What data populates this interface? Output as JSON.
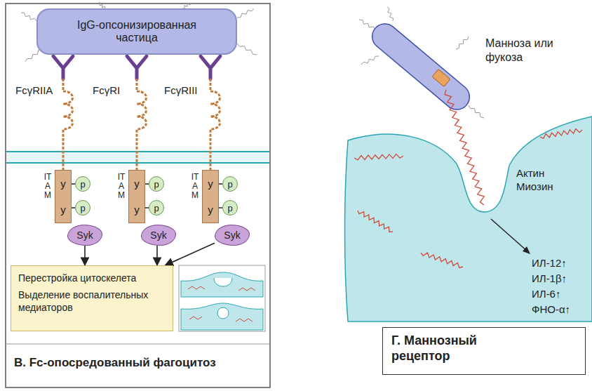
{
  "diagram": {
    "nodes": [
      {
        "text": [
          "IgG-опсонизированная частица"
        ]
      },
      {
        "text": [
          "y",
          "y"
        ]
      },
      {
        "text": [
          "p"
        ]
      },
      {
        "text": [
          "p"
        ]
      },
      {
        "text": [
          "Syk"
        ]
      },
      {
        "text": [
          "y",
          "y"
        ]
      },
      {
        "text": [
          "p"
        ]
      },
      {
        "text": [
          "p"
        ]
      },
      {
        "text": [
          "Syk"
        ]
      },
      {
        "text": [
          "y",
          "y"
        ]
      },
      {
        "text": [
          "p"
        ]
      },
      {
        "text": [
          "p"
        ]
      },
      {
        "text": [
          "Syk"
        ]
      },
      {
        "text": [
          "Перестройка цитоскелета",
          "Выделение воспалительных медиаторов"
        ]
      },
      {
        "text": [
          "Г. Маннозный рецептор"
        ]
      }
    ],
    "edges": [
      {
        "from": 1,
        "to": 2,
        "arrow": "none"
      },
      {
        "from": 1,
        "to": 3,
        "arrow": "none"
      },
      {
        "from": 5,
        "to": 6,
        "arrow": "none"
      },
      {
        "from": 5,
        "to": 7,
        "arrow": "none"
      },
      {
        "from": 9,
        "to": 10,
        "arrow": "none"
      },
      {
        "from": 9,
        "to": 11,
        "arrow": "none"
      },
      {
        "from": 4,
        "to": 13,
        "arrow": "to"
      },
      {
        "from": 8,
        "to": 13,
        "arrow": "to"
      },
      {
        "from": 12,
        "to": 13,
        "arrow": "to"
      }
    ],
    "labels": [
      "FcγRIIA",
      "FcγRI",
      "FcγRIII",
      "ITAM",
      "ITAM",
      "ITAM",
      "В. Fc-опосредованный фагоцитоз",
      "Манноза или фукоза",
      "Актин Миозин",
      "ИЛ-12↑",
      "ИЛ-1β↑",
      "ИЛ-6↑",
      "ФНО-α↑"
    ]
  }
}
